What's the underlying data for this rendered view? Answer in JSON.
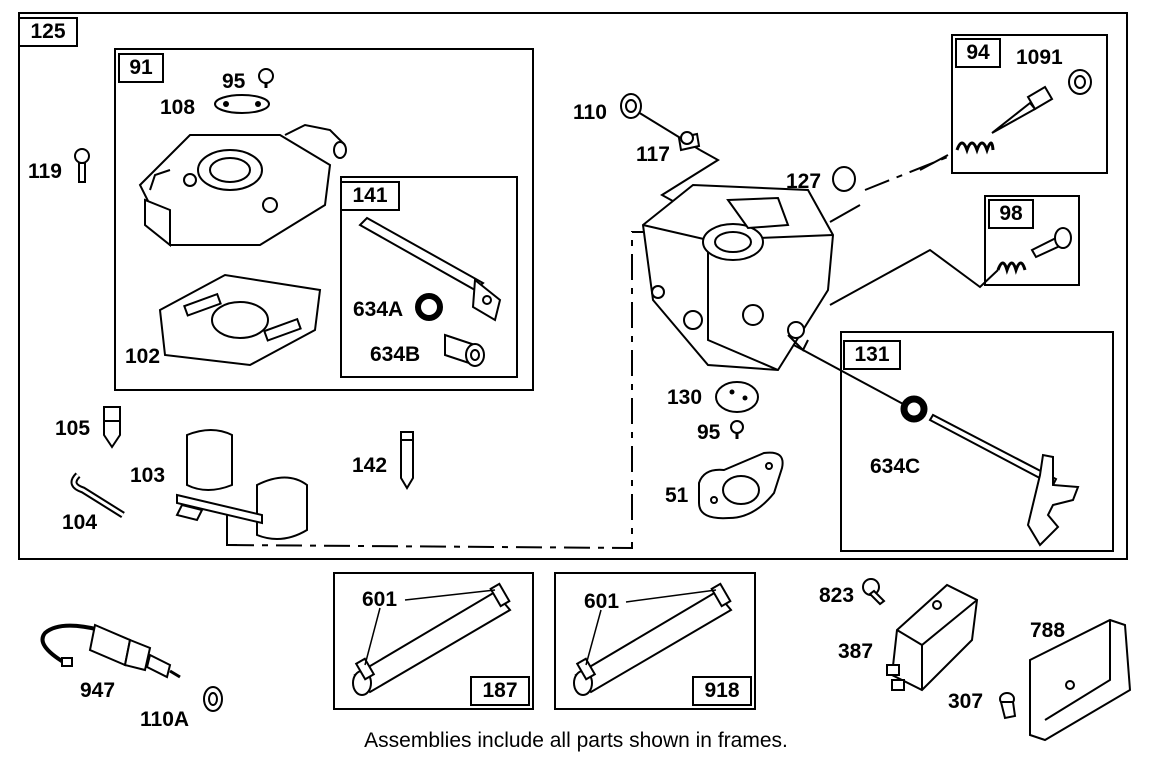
{
  "frames": {
    "f125": "125",
    "f91": "91",
    "f141": "141",
    "f94": "94",
    "f98": "98",
    "f131": "131",
    "f187": "187",
    "f918": "918"
  },
  "labels": {
    "p95a": "95",
    "p108": "108",
    "p119": "119",
    "p102": "102",
    "p634A": "634A",
    "p634B": "634B",
    "p105": "105",
    "p103": "103",
    "p104": "104",
    "p142": "142",
    "p110": "110",
    "p117": "117",
    "p127": "127",
    "p1091": "1091",
    "p130": "130",
    "p95b": "95",
    "p51": "51",
    "p634C": "634C",
    "p601a": "601",
    "p601b": "601",
    "p823": "823",
    "p387": "387",
    "p788": "788",
    "p307": "307",
    "p947": "947",
    "p110A": "110A"
  },
  "caption": "Assemblies include all parts shown in frames."
}
